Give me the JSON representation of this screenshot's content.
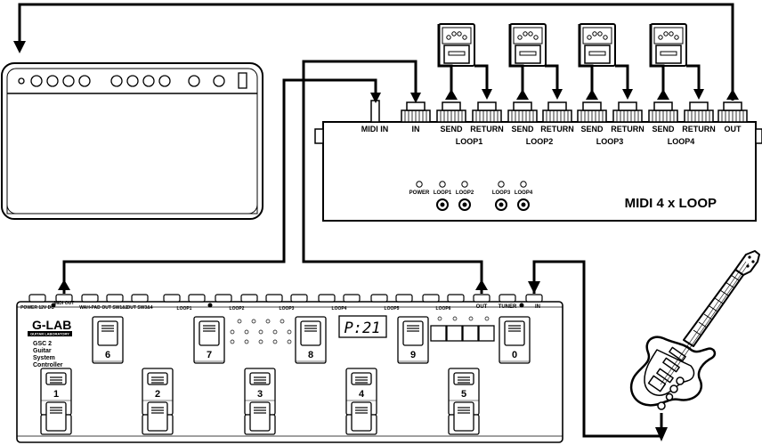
{
  "loop_unit": {
    "title": "MIDI 4 x LOOP",
    "top_jacks": {
      "midi_in": "MIDI IN",
      "in": "IN",
      "send1": "SEND",
      "return1": "RETURN",
      "send2": "SEND",
      "return2": "RETURN",
      "send3": "SEND",
      "return3": "RETURN",
      "send4": "SEND",
      "return4": "RETURN",
      "out": "OUT"
    },
    "loop_labels": [
      "LOOP1",
      "LOOP2",
      "LOOP3",
      "LOOP4"
    ],
    "leds": {
      "power": "POWER",
      "loop1": "LOOP1",
      "loop2": "LOOP2",
      "loop3": "LOOP3",
      "loop4": "LOOP4"
    }
  },
  "controller": {
    "brand": "G-LAB",
    "brand_sub": "GUITAR LABORATORY",
    "model_lines": [
      "GSC 2",
      "Guitar",
      "System",
      "Controller"
    ],
    "display": "P:21",
    "jacks": {
      "power": "POWER 12V DC",
      "midi_out": "MIDI OUT",
      "wah_pad": "WAH-PAD",
      "out_sw12": "OUT SW1&2",
      "out_sw34": "OUT SW3&4",
      "loop1": "LOOP1",
      "loop2": "LOOP2",
      "loop3": "LOOP3",
      "loop4": "LOOP4",
      "loop5": "LOOP5",
      "loop6": "LOOP6",
      "out": "OUT",
      "tuner": "TUNER",
      "in": "IN"
    },
    "top_switches": [
      "6",
      "7",
      "8",
      "9",
      "0"
    ],
    "bottom_switches": [
      "1",
      "2",
      "3",
      "4",
      "5"
    ]
  }
}
